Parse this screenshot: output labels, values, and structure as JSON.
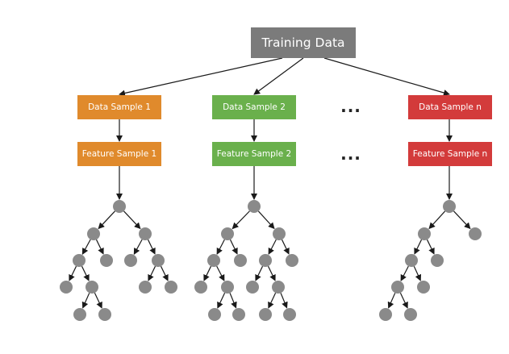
{
  "root": {
    "label": "Training Data",
    "color": "#7b7b7b"
  },
  "ellipsis": "...",
  "columns": [
    {
      "data_sample": "Data Sample 1",
      "feature_sample": "Feature Sample 1",
      "color": "#e08a2c"
    },
    {
      "data_sample": "Data Sample 2",
      "feature_sample": "Feature Sample 2",
      "color": "#6ab04c"
    },
    {
      "data_sample": "Data Sample n",
      "feature_sample": "Feature Sample n",
      "color": "#d33b3b"
    }
  ],
  "node_color": "#8a8a8a",
  "line_color": "#1a1a1a"
}
